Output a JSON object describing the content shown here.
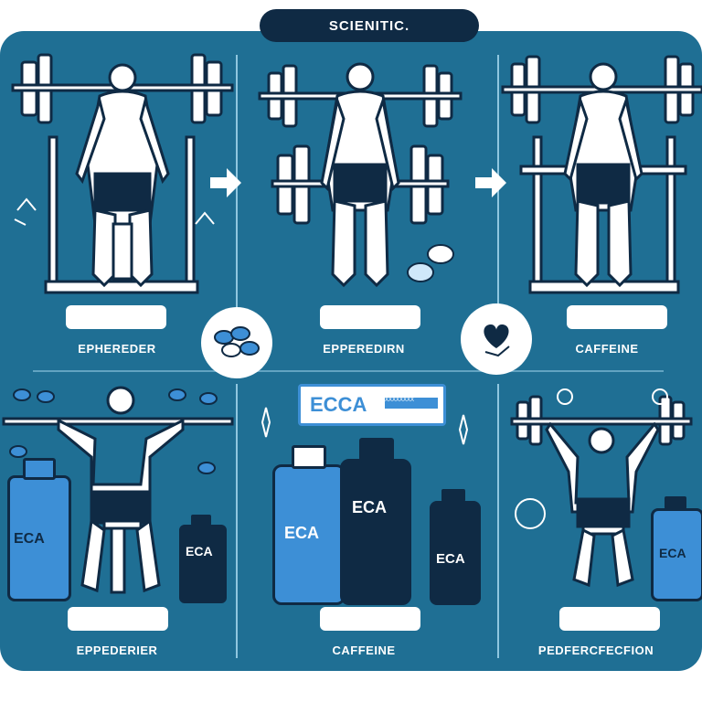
{
  "header": {
    "title": "SCIENITIC."
  },
  "steps": [
    {
      "label": "EPHEREDER"
    },
    {
      "label": "EPPEREDIRN"
    },
    {
      "label": "CAFFEINE"
    }
  ],
  "bottom_row": [
    {
      "label": "EPPEDERIER"
    },
    {
      "label": "CAFFEINE"
    },
    {
      "label": "PEDFERCFECFION"
    }
  ],
  "sign": {
    "text": "ECCA",
    "subtext": "XXXXXXXX"
  },
  "bottles": {
    "eca_large": "ECA",
    "eca_dark": "ECA",
    "eca_middle": "ECA",
    "eca_right": "ECA",
    "eca_small": "ECA",
    "eca_far_right": "ECA"
  },
  "colors": {
    "panel": "#1f6f94",
    "navy": "#0f2a44",
    "accent_blue": "#3d8fd6",
    "white": "#ffffff"
  },
  "icons": [
    "recycle-icon",
    "arrow-right-icon",
    "heart-icon",
    "pills-icon",
    "sparkle-icon"
  ]
}
